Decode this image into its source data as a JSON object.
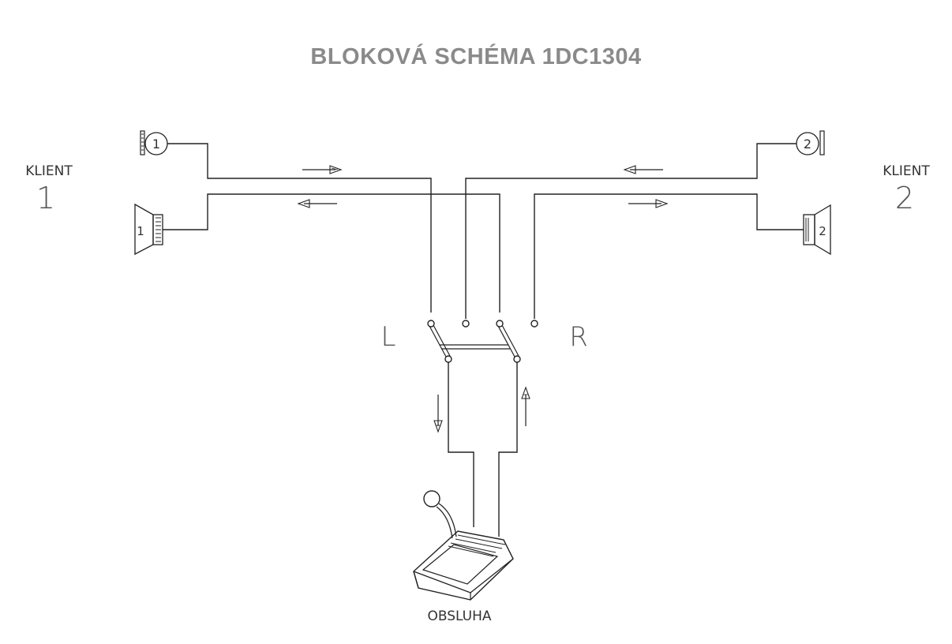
{
  "title": "BLOKOVÁ SCHÉMA 1DC1304",
  "client1": {
    "label": "KLIENT",
    "number": "1"
  },
  "client2": {
    "label": "KLIENT",
    "number": "2"
  },
  "mic1_num": "1",
  "mic2_num": "2",
  "spk1_num": "1",
  "spk2_num": "2",
  "switch": {
    "left": "L",
    "right": "R"
  },
  "operator": "OBSLUHA"
}
